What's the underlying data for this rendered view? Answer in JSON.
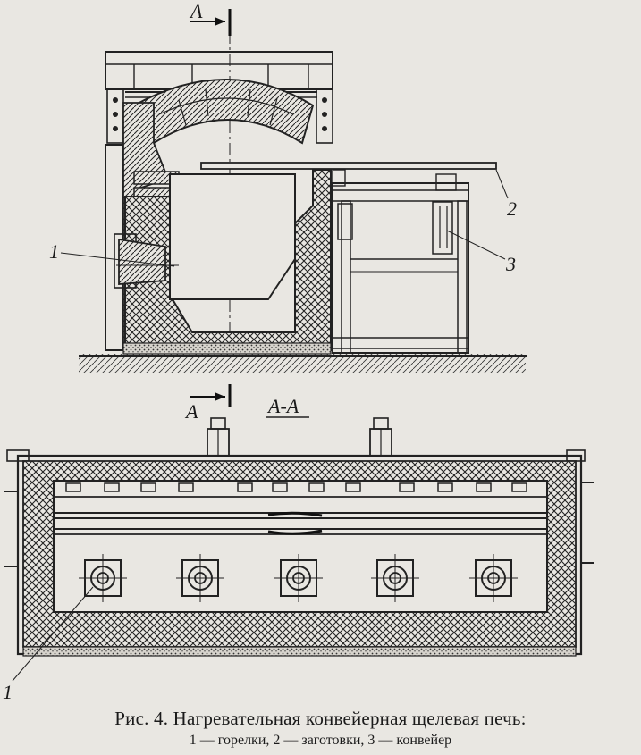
{
  "labels": {
    "burner": "1",
    "billets": "2",
    "conveyor": "3",
    "section_mark": "А",
    "section_title": "А-А",
    "burner_lower": "1"
  },
  "caption": {
    "title": "Рис. 4. Нагревательная конвейерная щелевая печь:",
    "legend": "1 — горелки, 2 — заготовки, 3 — конвейер"
  }
}
